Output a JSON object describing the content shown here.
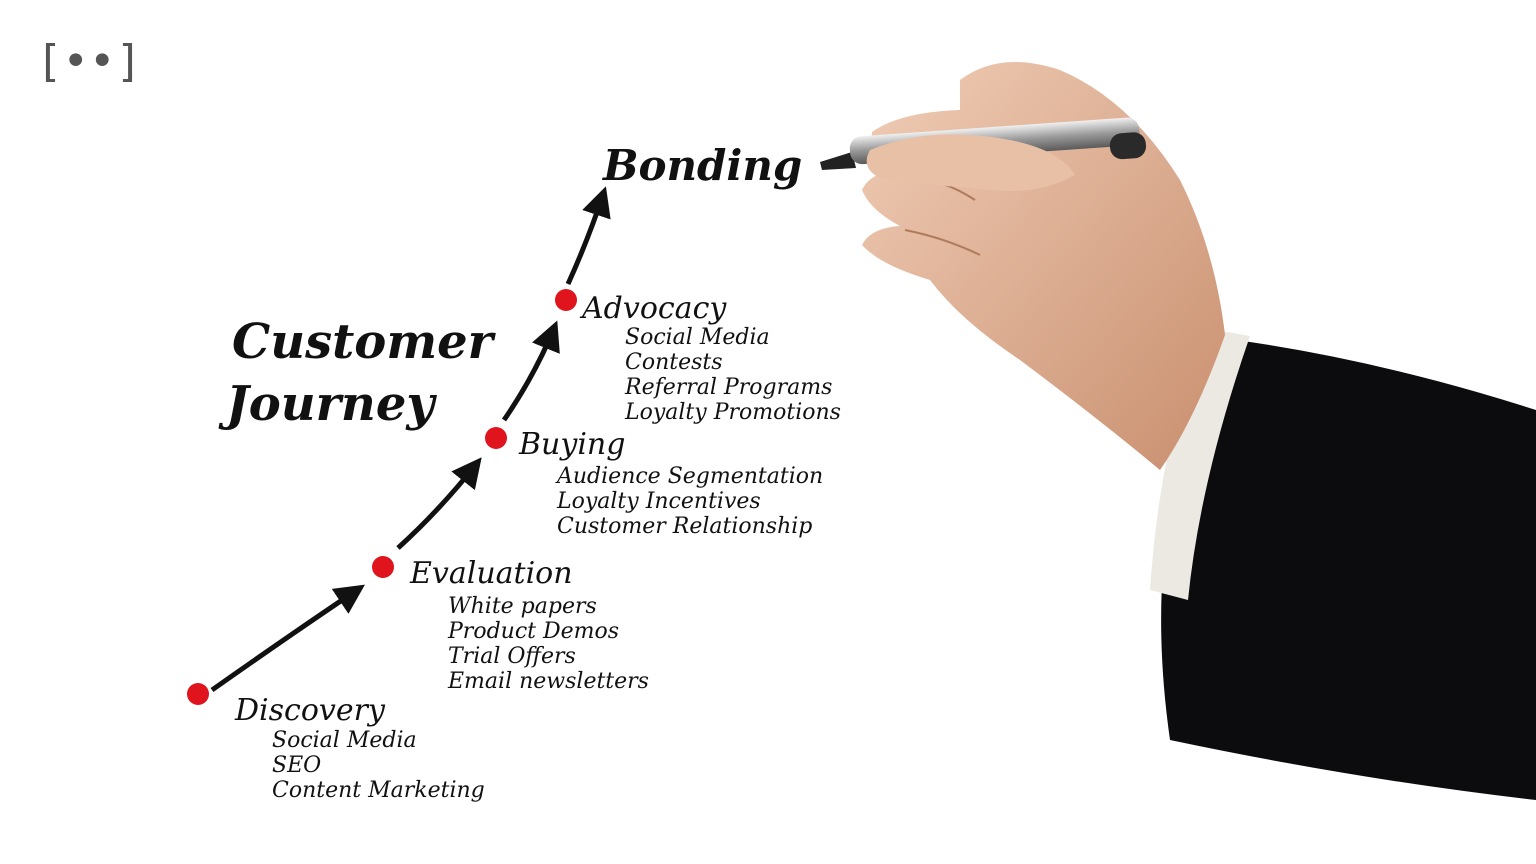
{
  "logo": {
    "text": "[••]"
  },
  "title": {
    "line1": "Customer",
    "line2": "Journey"
  },
  "stages": [
    {
      "name": "Discovery",
      "items": [
        "Social Media",
        "SEO",
        "Content Marketing"
      ]
    },
    {
      "name": "Evaluation",
      "items": [
        "White papers",
        "Product Demos",
        "Trial Offers",
        "Email newsletters"
      ]
    },
    {
      "name": "Buying",
      "items": [
        "Audience Segmentation",
        "Loyalty Incentives",
        "Customer Relationship"
      ]
    },
    {
      "name": "Advocacy",
      "items": [
        "Social Media",
        "Contests",
        "Referral Programs",
        "Loyalty Promotions"
      ]
    }
  ],
  "goal": {
    "name": "Bonding"
  },
  "colors": {
    "dot": "#e0141c",
    "ink": "#111111",
    "sleeve": "#0c0c0e",
    "skin": "#e2b79a",
    "cuff": "#ece9e2"
  }
}
